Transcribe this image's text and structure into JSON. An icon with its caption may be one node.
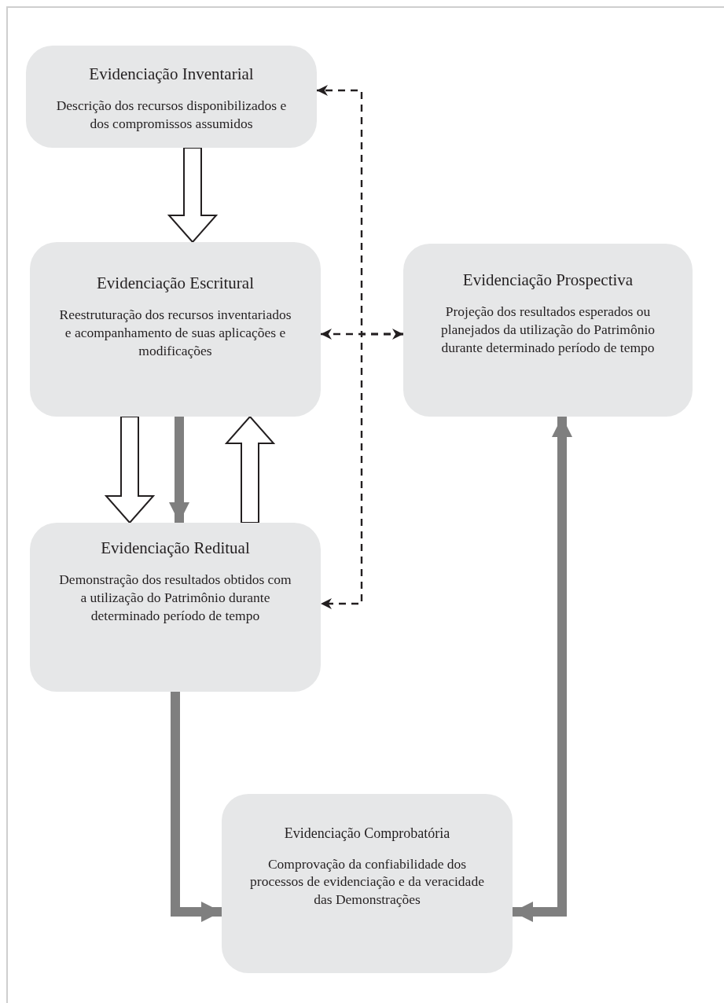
{
  "diagram": {
    "nodes": [
      {
        "text": [
          "Evidenciação Inventarial",
          "Descrição dos recursos disponibilizados e dos compromissos assumidos"
        ]
      },
      {
        "text": [
          "Evidenciação Escritural",
          "Reestruturação dos recursos inventariados e acompanhamento de suas aplicações e modificações"
        ]
      },
      {
        "text": [
          "Evidenciação Prospectiva",
          "Projeção dos resultados esperados ou planejados da utilização do Patrimônio durante determinado período de tempo"
        ]
      },
      {
        "text": [
          "Evidenciação Reditual",
          "Demonstração dos resultados obtidos com a utilização do Patrimônio durante determinado período de tempo"
        ]
      },
      {
        "text": [
          "Evidenciação Comprobatória",
          "Comprovação da confiabilidade dos processos de evidenciação e da veracidade das Demonstrações"
        ]
      }
    ],
    "edges": [
      {
        "from": 0,
        "to": 1,
        "arrow": "to",
        "style": "thick"
      },
      {
        "from": 1,
        "to": 3,
        "arrow": "to",
        "style": "thick"
      },
      {
        "from": 1,
        "to": 3,
        "arrow": "to",
        "style": "thick",
        "color": "#7f7f7f"
      },
      {
        "from": 3,
        "to": 1,
        "arrow": "to",
        "style": "thick"
      },
      {
        "from": 2,
        "to": 0,
        "arrow": "to",
        "style": "dashed",
        "color": "#231f20"
      },
      {
        "from": 1,
        "to": 2,
        "arrow": "both",
        "style": "dashed",
        "color": "#231f20"
      },
      {
        "from": 2,
        "to": 3,
        "arrow": "to",
        "style": "dashed",
        "color": "#231f20"
      },
      {
        "from": 3,
        "to": 4,
        "arrow": "to",
        "style": "thick",
        "color": "#7f7f7f"
      },
      {
        "from": 2,
        "to": 4,
        "arrow": "both",
        "style": "thick",
        "color": "#7f7f7f"
      }
    ]
  }
}
